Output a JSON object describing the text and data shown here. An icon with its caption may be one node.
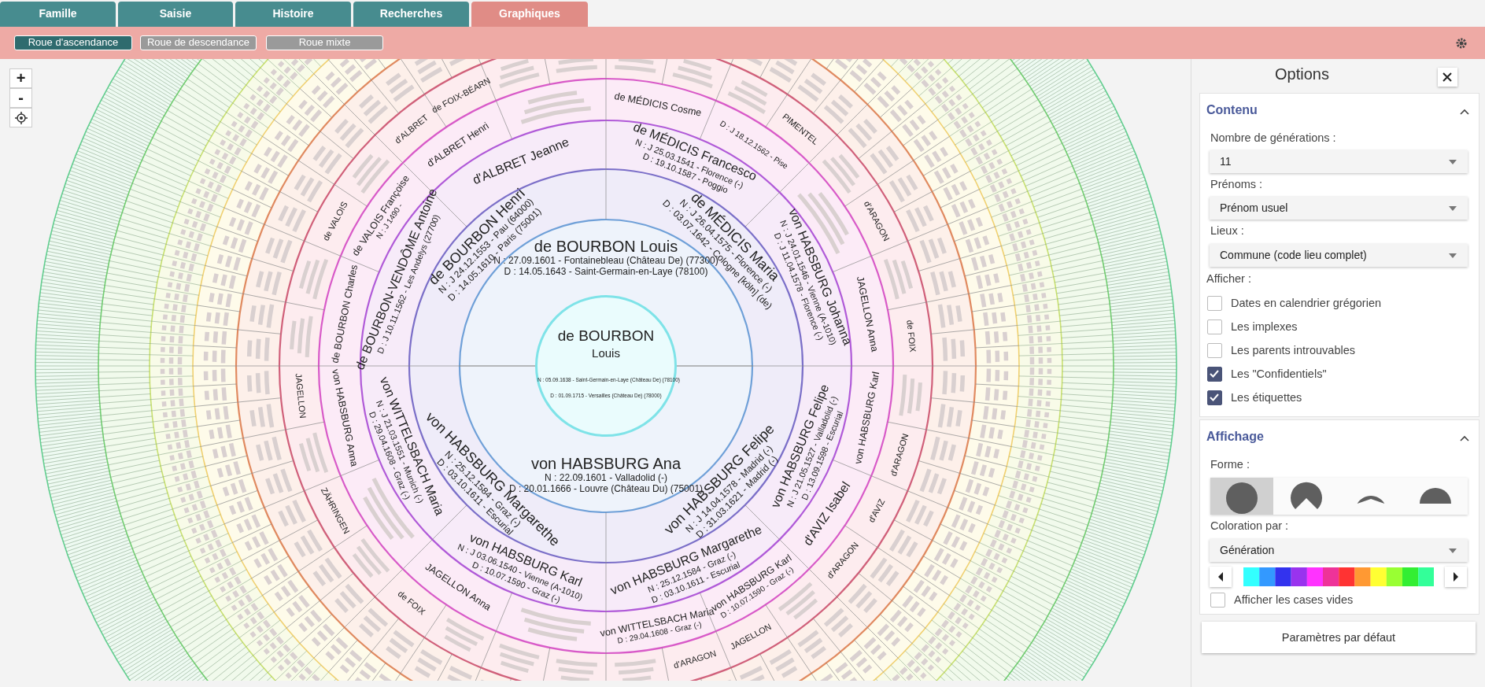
{
  "diagram": {
    "nodes": [
      {
        "text": [
          "de BOURBON",
          "Louis",
          "N : 05.09.1638 - Saint-Germain-en-Laye (Château De) (78100)",
          "D : 01.09.1715 - Versailles (Château De) (78000)"
        ]
      },
      {
        "text": [
          "de BOURBON Louis",
          "N : 27.09.1601 - Fontainebleau (Château De) (77300)",
          "D : 14.05.1643 - Saint-Germain-en-Laye (78100)"
        ]
      },
      {
        "text": [
          "von HABSBURG Ana",
          "N : 22.09.1601 - Valladolid (-)",
          "D : 20.01.1666 - Louvre (Château Du) (75001)"
        ]
      },
      {
        "text": [
          "de BOURBON Henri",
          "N : J 24.12.1553 - Pau (64000)",
          "D : 14.05.1610 - Paris (75001)"
        ]
      },
      {
        "text": [
          "de MÉDICIS Maria",
          "N : J 26.04.1575 - Florence (-)",
          "D : 03.07.1642 - Cologne [köln] (de)"
        ]
      },
      {
        "text": [
          "von HABSBURG Margarethe",
          "N : 25.12.1584 - Graz (-)",
          "D : 03.10.1611 - Escurial"
        ]
      },
      {
        "text": [
          "von HABSBURG Felipe",
          "N : J 14.04.1578 - Madrid (-)",
          "D : 31.03.1621 - Madrid (-)"
        ]
      },
      {
        "text": [
          "de BOURBON-VENDÔME Antoine",
          "D : J 10.11.1562 - Les Andelys (27700)"
        ]
      },
      {
        "text": [
          "d'ALBRET Jeanne"
        ]
      },
      {
        "text": [
          "de MÉDICIS Francesco",
          "N : J 25.03.1541 - Florence (-)",
          "D : 19.10.1587 - Poggio"
        ]
      },
      {
        "text": [
          "von HABSBURG Johanna",
          "N : J 24.01.1546 - Vienne (A-1010)",
          "D : J 11.04.1578 - Florence (-)"
        ]
      },
      {
        "text": [
          "von WITTELSBACH Maria",
          "N : J 21.03.1551 - Munich (-)",
          "D : 29.04.1608 - Graz (-)"
        ]
      },
      {
        "text": [
          "von HABSBURG Karl",
          "N : J 03.06.1540 - Vienne (A-1010)",
          "D : 10.07.1590 - Graz (-)"
        ]
      },
      {
        "text": [
          "von HABSBURG Margarethe",
          "N : 25.12.1584 - Graz (-)",
          "D : 03.10.1611 - Escurial"
        ]
      },
      {
        "text": [
          "von HABSBURG Felipe",
          "N : J 21.05.1527 - Valladolid (-)",
          "D : 13.09.1598 - Escurial"
        ]
      },
      {
        "text": [
          "de BOURBON Charles"
        ]
      },
      {
        "text": [
          "de VALOIS Françoise",
          "N : J 1490 -"
        ]
      },
      {
        "text": [
          "d'ALBRET Henri"
        ]
      },
      {
        "text": [
          "de MÉDICIS Cosme"
        ]
      },
      {
        "text": [
          "D : J 18.12.1562 - Pise"
        ]
      },
      {
        "text": [
          "JAGELLON Anna"
        ]
      },
      {
        "text": [
          "von HABSBURG Anna"
        ]
      },
      {
        "text": [
          "JAGELLON Anna"
        ]
      },
      {
        "text": [
          "von WITTELSBACH Maria",
          "D : 29.04.1608 - Graz (-)"
        ]
      },
      {
        "text": [
          "von HABSBURG Karl",
          "D : 10.07.1590 - Graz (-)"
        ]
      },
      {
        "text": [
          "d'AVIZ Isabel"
        ]
      },
      {
        "text": [
          "von HABSBURG Karl"
        ]
      },
      {
        "text": [
          "de VALOIS"
        ]
      },
      {
        "text": [
          "d'ALBRET"
        ]
      },
      {
        "text": [
          "de FOIX-BÉARN"
        ]
      },
      {
        "text": [
          "PIMENTEL"
        ]
      },
      {
        "text": [
          "d'ARAGON"
        ]
      },
      {
        "text": [
          "de FOIX"
        ]
      },
      {
        "text": [
          "d'ARAGON"
        ]
      },
      {
        "text": [
          "d'AVIZ"
        ]
      },
      {
        "text": [
          "d'ARAGON"
        ]
      },
      {
        "text": [
          "JAGELLON"
        ]
      },
      {
        "text": [
          "d'ARAGON"
        ]
      },
      {
        "text": [
          "de FOIX"
        ]
      },
      {
        "text": [
          "ZÄHRINGEN"
        ]
      },
      {
        "text": [
          "JAGELLON"
        ]
      }
    ],
    "labels": [
      "Famille",
      "Saisie",
      "Histoire",
      "Recherches",
      "Graphiques",
      "Roue d'ascendance",
      "Roue de descendance",
      "Roue mixte",
      "+",
      "-",
      "Options",
      "Contenu",
      "Nombre de générations :",
      "11",
      "Prénoms :",
      "Prénom usuel",
      "Lieux :",
      "Commune (code lieu complet)",
      "Afficher :",
      "Dates en calendrier grégorien",
      "Les implexes",
      "Les parents introuvables",
      "Les \"Confidentiels\"",
      "Les étiquettes",
      "Affichage",
      "Forme :",
      "Coloration par :",
      "Génération",
      "Afficher les cases vides",
      "Paramètres par défaut"
    ]
  }
}
